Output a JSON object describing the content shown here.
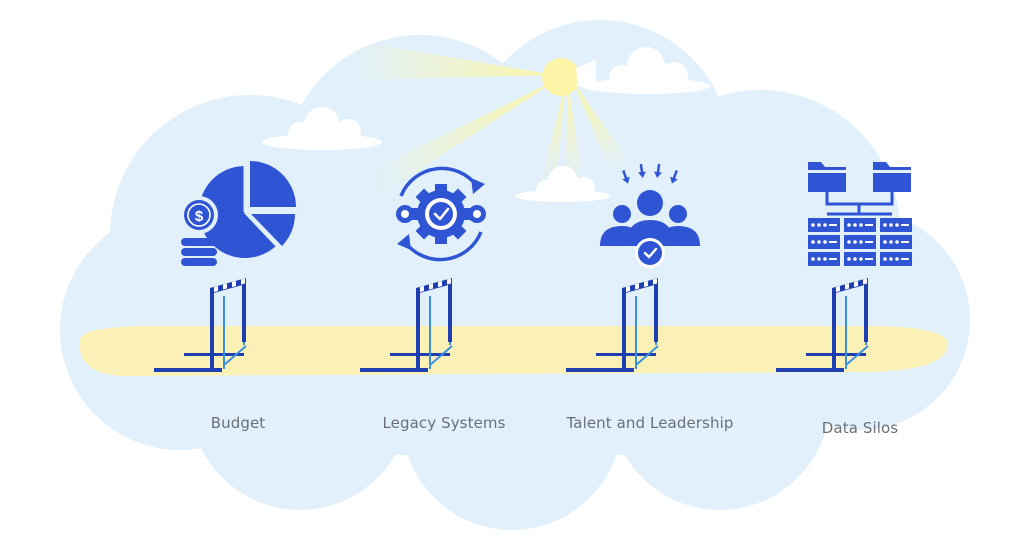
{
  "colors": {
    "cloud": "#e1f0fb",
    "cloud_white": "#ffffff",
    "track": "#fbf1b7",
    "icon": "#2f55d4",
    "hurdle_dark": "#1f3fb0",
    "hurdle_light": "#3b8fe0",
    "sun": "#fdf6a8",
    "label": "#6b6f76"
  },
  "obstacles": [
    {
      "label": "Budget",
      "icon": "pie-chart-coins-icon"
    },
    {
      "label": "Legacy Systems",
      "icon": "gear-check-cycle-icon"
    },
    {
      "label": "Talent and Leadership",
      "icon": "team-check-icon"
    },
    {
      "label": "Data Silos",
      "icon": "folders-servers-icon"
    }
  ]
}
